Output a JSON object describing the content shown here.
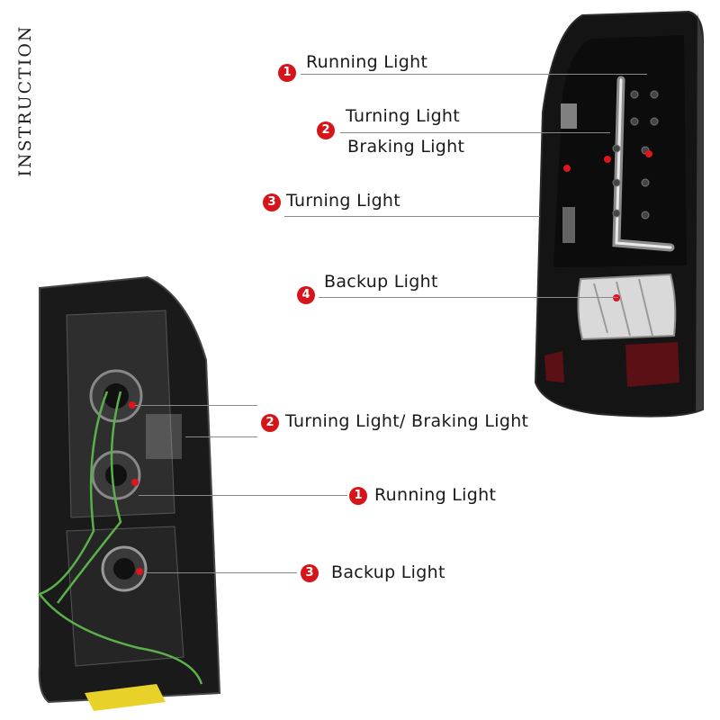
{
  "title": "INSTRUCTION",
  "colors": {
    "badge": "#d6151b",
    "leader": "#8a8a8a"
  },
  "rear_view": {
    "callouts": [
      {
        "num": "1",
        "text": "Running Light"
      },
      {
        "num": "2",
        "text": "Turning Light",
        "text2": "Braking Light"
      },
      {
        "num": "3",
        "text": "Turning Light"
      },
      {
        "num": "4",
        "text": "Backup Light"
      }
    ]
  },
  "back_view": {
    "callouts": [
      {
        "num": "2",
        "text": "Turning Light/ Braking Light"
      },
      {
        "num": "1",
        "text": "Running Light"
      },
      {
        "num": "3",
        "text": "Backup Light"
      }
    ]
  }
}
